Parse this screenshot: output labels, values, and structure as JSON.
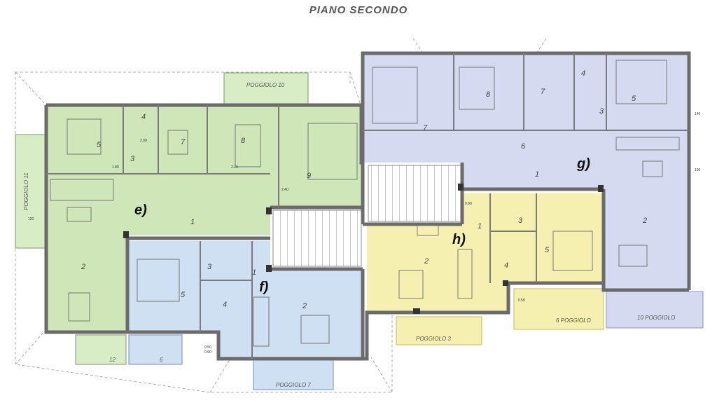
{
  "title": "PIANO SECONDO",
  "units": {
    "e": "e)",
    "f": "f)",
    "g": "g)",
    "h": "h)"
  },
  "rooms": {
    "e": {
      "r1": "1",
      "r2": "2",
      "r3": "3",
      "r4": "4",
      "r5": "5",
      "r7": "7",
      "r8": "8",
      "r9": "9"
    },
    "f": {
      "r1": "1",
      "r2": "2",
      "r3": "3",
      "r4": "4",
      "r5": "5"
    },
    "g": {
      "r1": "1",
      "r2": "2",
      "r3": "3",
      "r4": "4",
      "r5": "5",
      "r6": "6",
      "r7": "7",
      "r8": "8",
      "r9": "7"
    },
    "h": {
      "r1": "1",
      "r2": "2",
      "r3": "3",
      "r4": "4",
      "r5": "5"
    }
  },
  "balconies": {
    "p10_top": "POGGIOLO 10",
    "p11": "POGGIOLO 11",
    "p12": "12",
    "p6_left": "6",
    "p7": "POGGIOLO 7",
    "p3": "POGGIOLO 3",
    "p6": "6 POGGIOLO",
    "p10": "10 POGGIOLO"
  },
  "dims": {
    "d1": "1.80",
    "d2": "2.00",
    "d3": "2.10",
    "d4": "2.40",
    "d5": "0.80",
    "d6": "120",
    "d7": "140",
    "d8": "100",
    "d9": "0.50",
    "d10": "0.90",
    "d11": "0.50"
  },
  "colors": {
    "green": "#cfe6b8",
    "blue": "#cfe0f2",
    "lavender": "#d6daf0",
    "yellow": "#f6f0b0",
    "wall": "#6b6b6b"
  }
}
